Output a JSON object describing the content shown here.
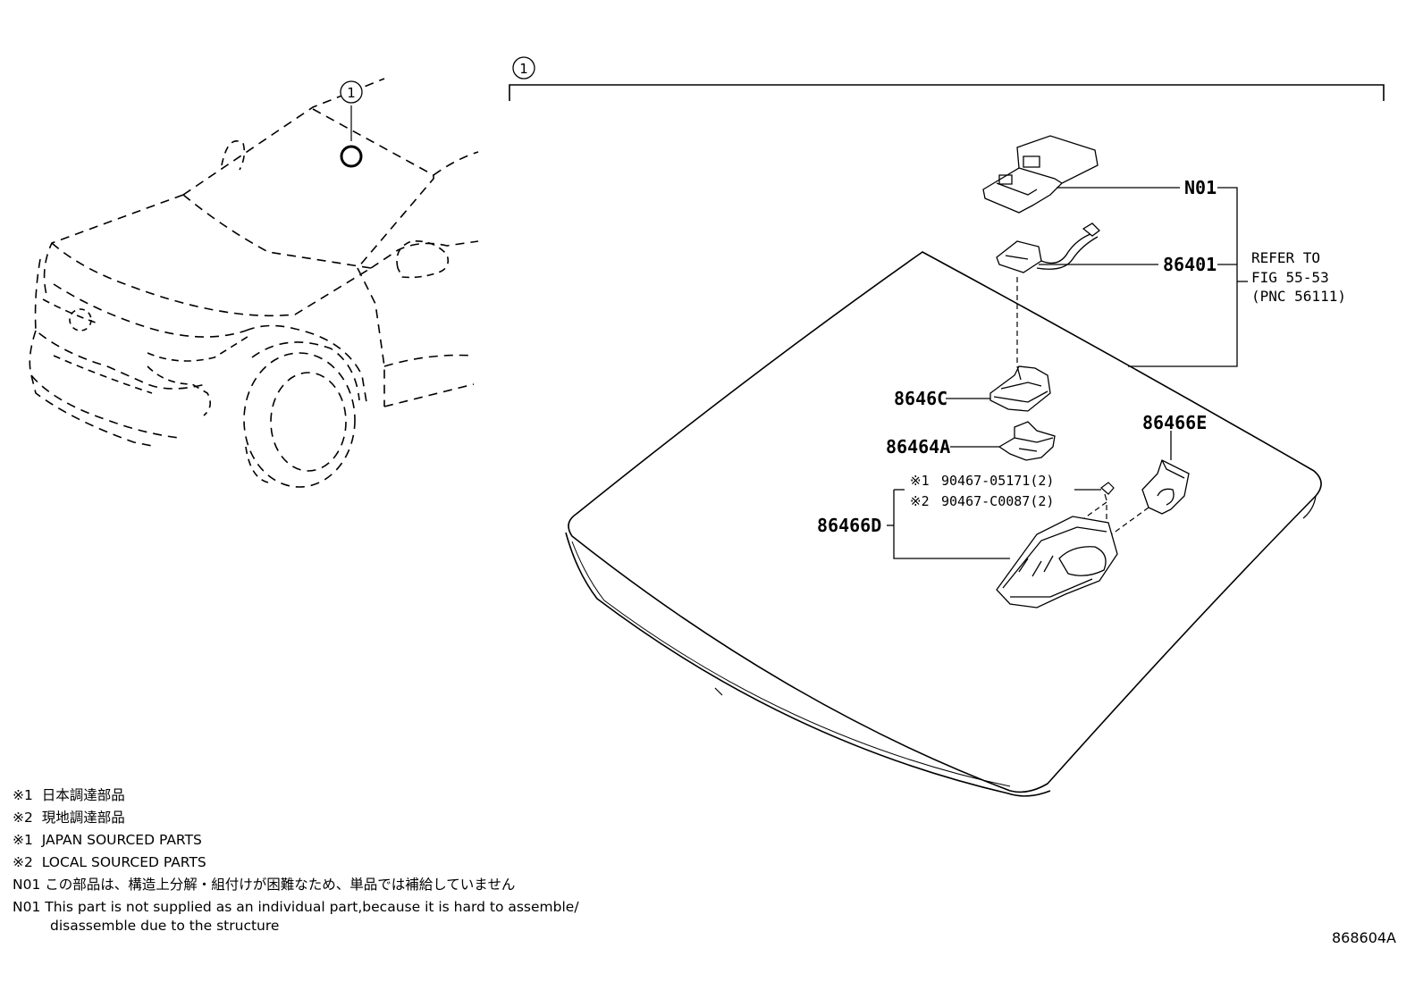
{
  "callout": {
    "number": "1"
  },
  "parts": {
    "n01": "N01",
    "p86401": "86401",
    "p8646c": "8646C",
    "p86464a": "86464A",
    "p86466e": "86466E",
    "p86466d": "86466D",
    "sub1_mark": "※1",
    "sub1_number": "90467-05171(2)",
    "sub2_mark": "※2",
    "sub2_number": "90467-C0087(2)"
  },
  "reference": {
    "line1": "REFER TO",
    "line2": "FIG 55-53",
    "line3": "(PNC 56111)"
  },
  "notes": [
    {
      "mark": "※1",
      "text": "日本調達部品"
    },
    {
      "mark": "※2",
      "text": "現地調達部品"
    },
    {
      "mark": "※1",
      "text": "JAPAN SOURCED PARTS"
    },
    {
      "mark": "※2",
      "text": "LOCAL SOURCED PARTS"
    },
    {
      "mark": "N01",
      "text": "この部品は、構造上分解・組付けが困難なため、単品では補給していません"
    },
    {
      "mark": "N01",
      "text": "This part is not supplied as an individual part,because it is hard to assemble/"
    }
  ],
  "notes_continuation": "disassemble due to the structure",
  "figure_code": "868604A"
}
